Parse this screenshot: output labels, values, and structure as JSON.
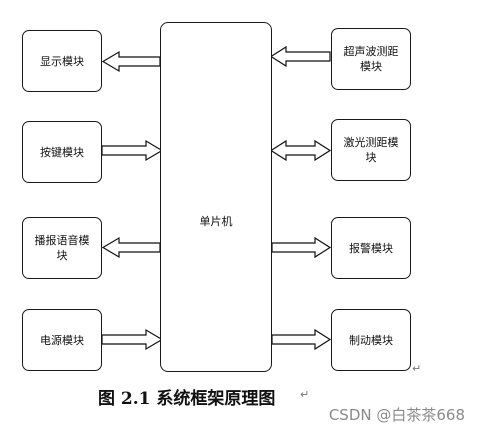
{
  "mcu_label": "单片机",
  "left_modules": [
    {
      "label": "显示模块",
      "direction": "out"
    },
    {
      "label": "按键模块",
      "direction": "in"
    },
    {
      "label": "播报语音模块",
      "direction": "out"
    },
    {
      "label": "电源模块",
      "direction": "in"
    }
  ],
  "right_modules": [
    {
      "label": "超声波测距模块",
      "direction": "in"
    },
    {
      "label": "激光测距模块",
      "direction": "both"
    },
    {
      "label": "报警模块",
      "direction": "out"
    },
    {
      "label": "制动模块",
      "direction": "out"
    }
  ],
  "caption": "图 2.1 系统框架原理图",
  "paragraph_mark": "↵",
  "watermark": "CSDN @白茶茶668"
}
